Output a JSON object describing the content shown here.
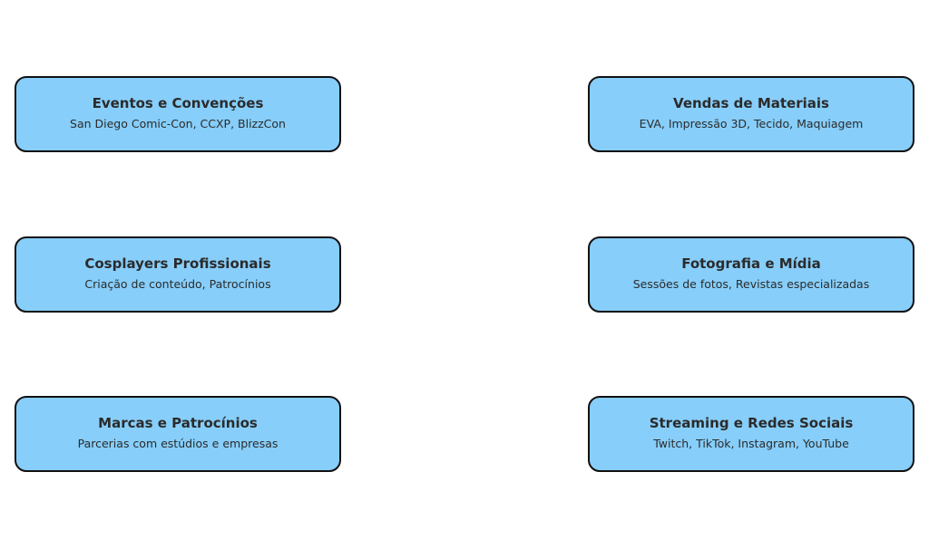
{
  "nodes": [
    {
      "title": "Eventos e Convenções",
      "subtitle": "San Diego Comic-Con, CCXP, BlizzCon"
    },
    {
      "title": "Vendas de Materiais",
      "subtitle": "EVA, Impressão 3D, Tecido, Maquiagem"
    },
    {
      "title": "Cosplayers Profissionais",
      "subtitle": "Criação de conteúdo, Patrocínios"
    },
    {
      "title": "Fotografia e Mídia",
      "subtitle": "Sessões de fotos, Revistas especializadas"
    },
    {
      "title": "Marcas e Patrocínios",
      "subtitle": "Parcerias com estúdios e empresas"
    },
    {
      "title": "Streaming e Redes Sociais",
      "subtitle": "Twitch, TikTok, Instagram, YouTube"
    }
  ],
  "colors": {
    "node_fill": "#87cefa",
    "node_border": "#111111",
    "text": "#2b2b2b",
    "background": "#ffffff"
  }
}
